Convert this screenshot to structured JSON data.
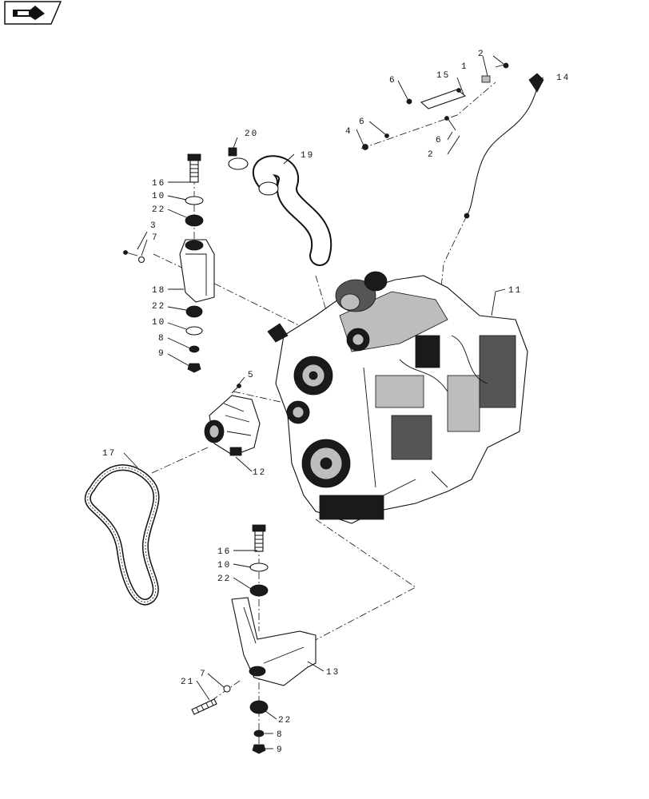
{
  "nav_icon": "page-turn-arrow-icon",
  "callouts": {
    "c1": "1",
    "c2a": "2",
    "c2b": "2",
    "c3": "3",
    "c4": "4",
    "c5": "5",
    "c6a": "6",
    "c6b": "6",
    "c6c": "6",
    "c7a": "7",
    "c7b": "7",
    "c8a": "8",
    "c8b": "8",
    "c9a": "9",
    "c9b": "9",
    "c10a": "10",
    "c10b": "10",
    "c10c": "10",
    "c11": "11",
    "c12": "12",
    "c13": "13",
    "c14": "14",
    "c15": "15",
    "c16a": "16",
    "c16b": "16",
    "c17": "17",
    "c18": "18",
    "c19": "19",
    "c20": "20",
    "c21": "21",
    "c22a": "22",
    "c22b": "22",
    "c22c": "22",
    "c22d": "22"
  }
}
